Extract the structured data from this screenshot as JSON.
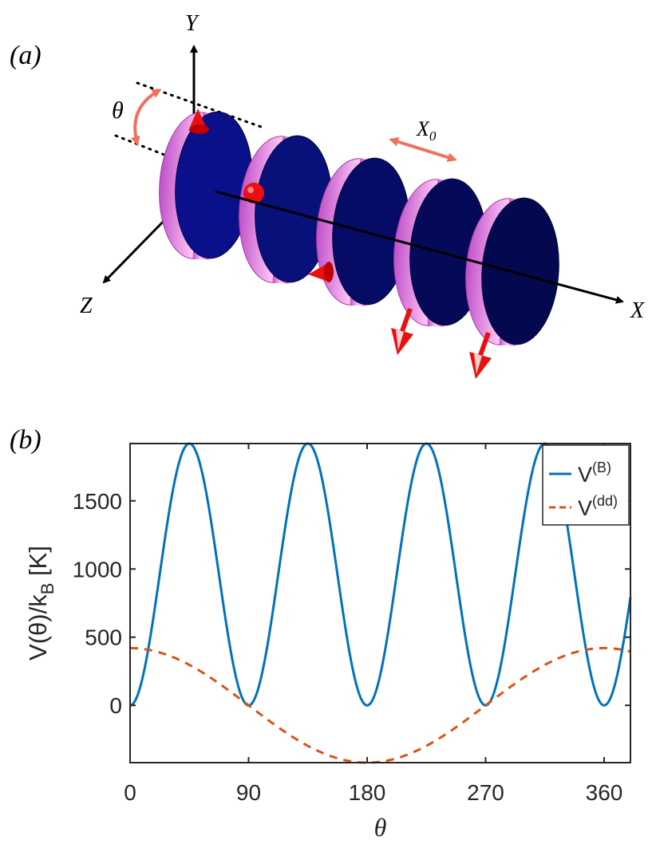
{
  "panel_a": {
    "label": "(a)",
    "axis_y": "Y",
    "axis_x": "X",
    "axis_z": "Z",
    "angle_symbol": "θ",
    "spacing_base": "X",
    "spacing_sub": "0",
    "colors": {
      "disk_face": "#0a0f8a",
      "disk_rim": "#f08ae8",
      "dipole": "#e81010",
      "annotation": "#f07060"
    }
  },
  "panel_b": {
    "label": "(b)",
    "legend_items": [
      {
        "base": "V",
        "sup": "(B)"
      },
      {
        "base": "V",
        "sup": "(dd)"
      }
    ]
  },
  "chart_data": {
    "type": "line",
    "xlabel": "θ",
    "ylabel": "V(θ)/k",
    "ylabel_sub": "B",
    "ylabel_unit": " [K]",
    "xlim": [
      0,
      380
    ],
    "ylim": [
      -420,
      1920
    ],
    "xticks": [
      0,
      90,
      180,
      270,
      360
    ],
    "yticks": [
      0,
      500,
      1000,
      1500
    ],
    "legend_position": "top-right",
    "series": [
      {
        "name": "V(B)",
        "color": "#0072bd",
        "style": "solid",
        "amplitude": 1920,
        "form": "A*sin^2(2θ)"
      },
      {
        "name": "V(dd)",
        "color": "#d95319",
        "style": "dashed",
        "amplitude": 420,
        "form": "A*cos(θ)"
      }
    ]
  }
}
